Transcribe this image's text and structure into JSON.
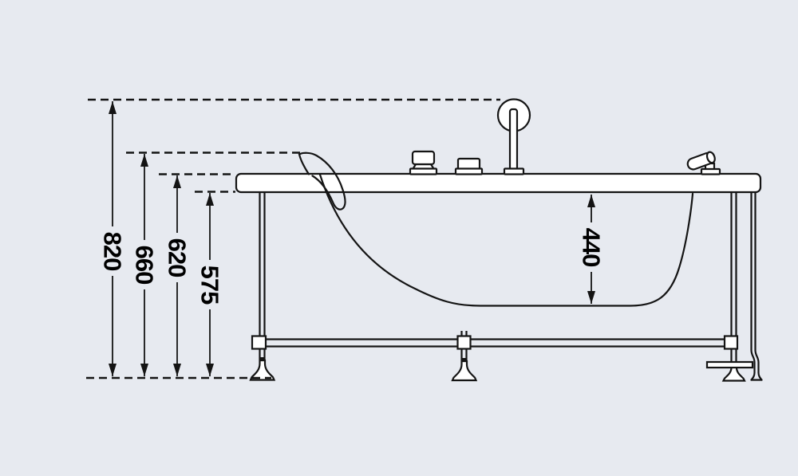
{
  "dimensions": {
    "overall": "820",
    "headrest": "660",
    "rim": "620",
    "skirt": "575",
    "depth": "440"
  },
  "colors": {
    "background": "#e7eaf0",
    "line": "#141414",
    "shape_fill": "#ffffff",
    "label_text": "#000000"
  }
}
